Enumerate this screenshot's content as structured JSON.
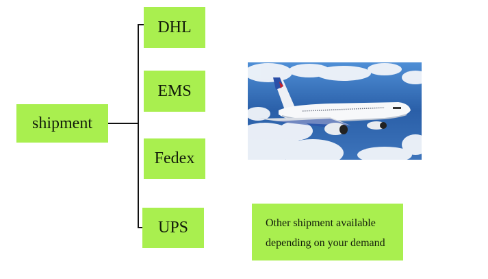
{
  "diagram": {
    "root": {
      "label": "shipment"
    },
    "branches": [
      {
        "label": "DHL"
      },
      {
        "label": "EMS"
      },
      {
        "label": "Fedex"
      },
      {
        "label": "UPS"
      }
    ],
    "note": {
      "line1": "Other shipment available",
      "line2": "depending on your demand"
    },
    "image": {
      "subject": "airplane-in-clouds"
    },
    "colors": {
      "box_fill": "#a9ef4f",
      "line": "#111111",
      "text": "#111a0a"
    }
  }
}
